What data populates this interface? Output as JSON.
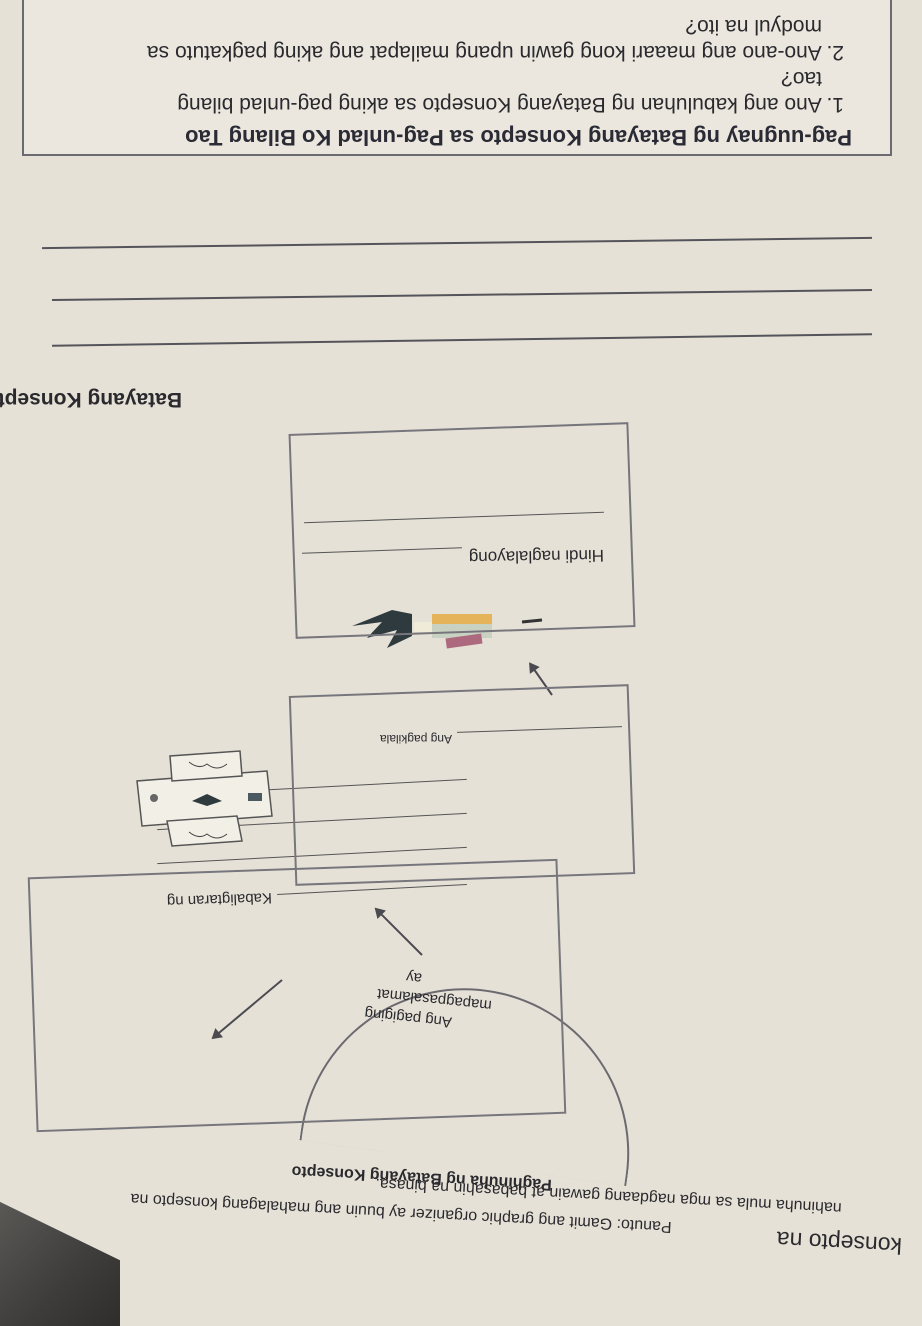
{
  "header": {
    "title": "Paghinuha ng Batayang Konsepto",
    "panuto": "Panuto: Gamit ang graphic organizer ay buuin ang mahalagang konsepto na",
    "panuto_cont": "nahinuha mula sa mga nagdaang gawain at babasahin na binasa."
  },
  "organizer": {
    "semi_text_1": "Ang pagiging",
    "semi_text_2": "mapagpasalamat",
    "semi_text_3": "ay",
    "box_kabaligtaran": "Kabaligtaran ng",
    "box_pagkilala": "Ang pagkilala",
    "box_hindi": "Hindi naglalayong"
  },
  "batayang_konsepto": {
    "label": "Batayang Konsepto:"
  },
  "pag_uugnay": {
    "title": "Pag-uugnay ng Batayang Konsepto sa Pag-unlad Ko Bilang Tao",
    "q1_line1": "1.  Ano ang kabuluhan ng Batayang Konsepto sa aking pag-unlad bilang",
    "q1_line2": "tao?",
    "q2_line1": "2.  Ano-ano ang maaari kong gawin upang mailapat ang aking pagkatuto sa",
    "q2_line2": "modyul na ito?"
  }
}
